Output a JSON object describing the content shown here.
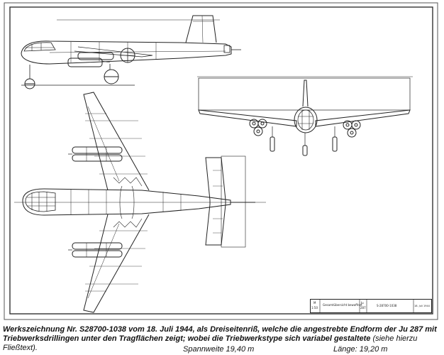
{
  "drawing": {
    "title_block": {
      "scale_label": "M",
      "scale_value": "1:50",
      "description": "Gesamtübersicht bewaffnet",
      "type_label": "Ju",
      "type_value": "287",
      "drawing_number": "S-28700-1038",
      "date": "18. Juli 1944"
    }
  },
  "caption": {
    "bold_text": "Werkszeichnung Nr. S28700-1038 vom 18. Juli 1944, als Dreiseitenriß, welche die angestrebte Endform der Ju 287 mit Triebwerksdrillingen unter den Tragflächen zeigt; wobei die Triebwerkstype sich variabel gestaltete",
    "normal_text": " (siehe hierzu Fließtext).",
    "span": "Spannweite 19,40 m",
    "length": "Länge:  19,20 m"
  }
}
